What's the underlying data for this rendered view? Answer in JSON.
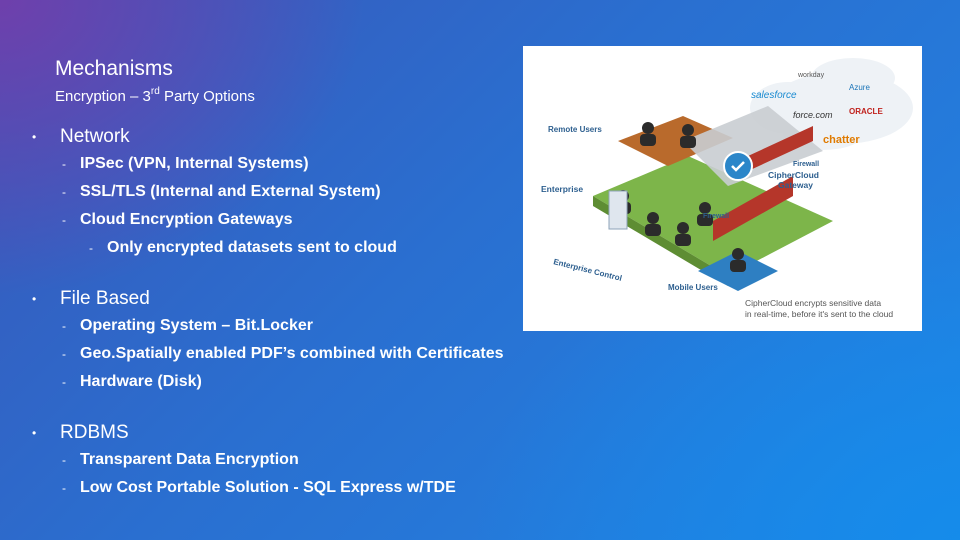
{
  "slide": {
    "title": "Mechanisms",
    "subtitle_prefix": "Encryption – 3",
    "subtitle_sup": "rd",
    "subtitle_suffix": " Party Options"
  },
  "sections": [
    {
      "heading": "Network",
      "items": [
        "IPSec (VPN, Internal Systems)",
        "SSL/TLS (Internal and External System)",
        "Cloud Encryption Gateways"
      ],
      "subitems": [
        "Only encrypted datasets sent to cloud"
      ]
    },
    {
      "heading": "File Based",
      "items": [
        "Operating System – Bit.Locker",
        "Geo.Spatially enabled PDF’s combined with Certificates",
        "Hardware (Disk)"
      ]
    },
    {
      "heading": "RDBMS",
      "items": [
        "Transparent Data Encryption",
        "Low Cost Portable Solution - SQL Express w/TDE"
      ]
    }
  ],
  "diagram": {
    "remote_users": "Remote Users",
    "enterprise": "Enterprise",
    "firewall": "Firewall",
    "gateway_line1": "CipherCloud",
    "gateway_line2": "Gateway",
    "enterprise_control": "Enterprise Control",
    "mobile_users": "Mobile Users",
    "caption_line1": "CipherCloud encrypts sensitive data",
    "caption_line2": "in real-time, before it's sent to the cloud",
    "cloud_apps": [
      "workday",
      "Azure",
      "salesforce",
      "force.com",
      "ORACLE",
      "chatter"
    ]
  }
}
